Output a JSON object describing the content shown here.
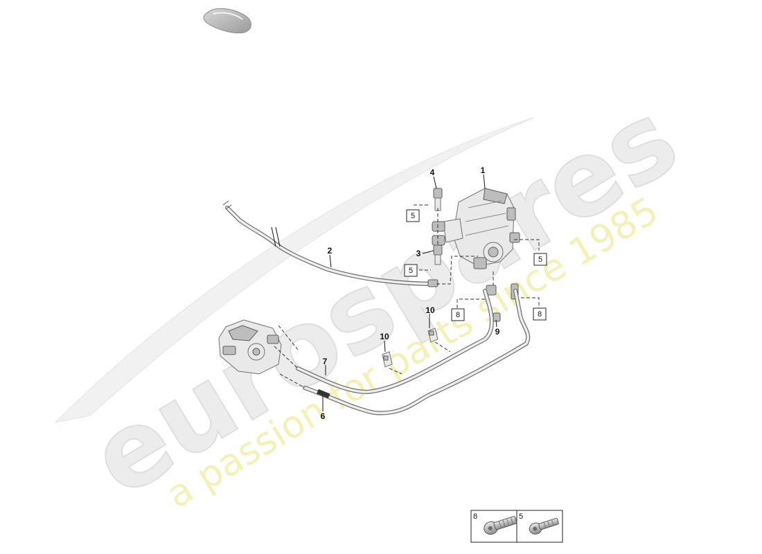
{
  "watermark": {
    "word": "eurospares",
    "tagline": "a passion for parts since 1985"
  },
  "callouts": {
    "c1": "1",
    "c2": "2",
    "c3": "3",
    "c4": "4",
    "c6": "6",
    "c7": "7",
    "c9": "9",
    "c10a": "10",
    "c10b": "10"
  },
  "ref_boxes": {
    "b5a": "5",
    "b5b": "5",
    "b5c": "5",
    "b8a": "8",
    "b8b": "8"
  },
  "legend": {
    "cell_left": "8",
    "cell_right": "5"
  },
  "icons": {
    "vehicle": "car-silhouette-icon",
    "bolt": "bolt-icon"
  }
}
